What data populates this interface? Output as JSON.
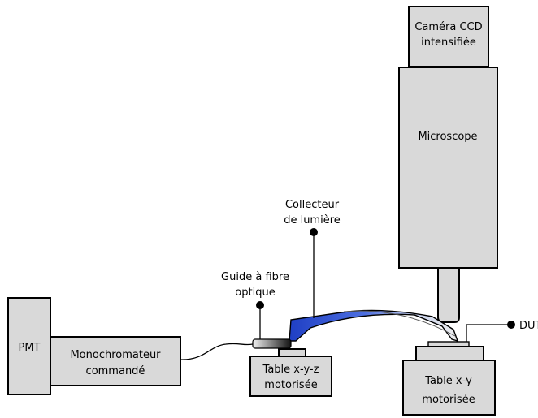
{
  "labels": {
    "camera_line1": "Caméra CCD",
    "camera_line2": "intensifiée",
    "microscope": "Microscope",
    "collector_line1": "Collecteur",
    "collector_line2": "de lumière",
    "guide_line1": "Guide à fibre",
    "guide_line2": "optique",
    "pmt": "PMT",
    "mono_line1": "Monochromateur",
    "mono_line2": "commandé",
    "xyz_line1": "Table x-y-z",
    "xyz_line2": "motorisée",
    "xy_line1": "Table x-y",
    "xy_line2": "motorisée",
    "dut": "DUT"
  },
  "colors": {
    "box_fill": "#d9d9d9",
    "collector_blue": "#2346c8",
    "outline": "#000000"
  }
}
